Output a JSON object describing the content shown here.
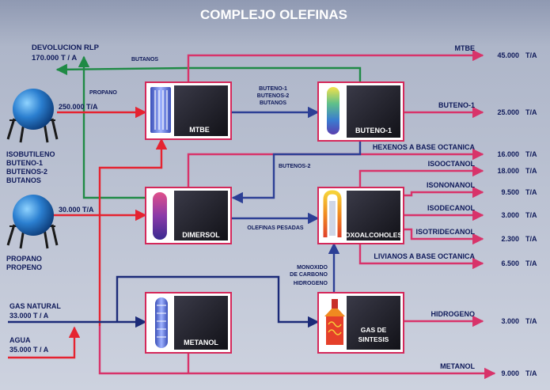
{
  "title": "COMPLEJO OLEFINAS",
  "colors": {
    "bg_top": "#9aa3ba",
    "bg_bottom": "#c8cedc",
    "red": "#e52330",
    "pink": "#d8336a",
    "green": "#1f8a45",
    "blue": "#2c3f95",
    "navy": "#1b2a78",
    "box_border": "#d4285a",
    "box_dark": "#1c1c26"
  },
  "units": {
    "mtbe": {
      "label": "MTBE"
    },
    "buteno1": {
      "label": "BUTENO-1"
    },
    "dimersol": {
      "label": "DIMERSOL"
    },
    "oxo": {
      "label": "OXOALCOHOLES"
    },
    "metanol": {
      "label": "METANOL"
    },
    "gas_line1": "GAS DE",
    "gas_line2": "SINTESIS"
  },
  "inputs": {
    "devolucion_label": "DEVOLUCION RLP",
    "devolucion_value": "170.000 T / A",
    "butanos_top": "BUTANOS",
    "propano_tag": "PROPANO",
    "feed1_rate": "250.000 T/A",
    "feed1_lines": [
      "ISOBUTILENO",
      "BUTENO-1",
      "BUTENOS-2",
      "BUTANOS"
    ],
    "feed2_rate": "30.000 T/A",
    "feed2_lines": [
      "PROPANO",
      "PROPENO"
    ],
    "gas_natural_label": "GAS NATURAL",
    "gas_natural_value": "33.000 T / A",
    "agua_label": "AGUA",
    "agua_value": "35.000 T / A"
  },
  "stream_labels": {
    "butenos_mix": [
      "BUTENO-1",
      "BUTENOS-2",
      "BUTANOS"
    ],
    "butenos2": "BUTENOS-2",
    "olefinas": "OLEFINAS PESADAS",
    "monoxido": [
      "MONOXIDO",
      "DE CARBONO",
      "HIDROGENO"
    ]
  },
  "products": [
    {
      "name": "MTBE",
      "value": "45.000",
      "unit": "T/A"
    },
    {
      "name": "BUTENO-1",
      "value": "25.000",
      "unit": "T/A"
    },
    {
      "name": "HEXENOS A BASE OCTANICA",
      "value": "16.000",
      "unit": "T/A"
    },
    {
      "name": "ISOOCTANOL",
      "value": "18.000",
      "unit": "T/A"
    },
    {
      "name": "ISONONANOL",
      "value": "9.500",
      "unit": "T/A"
    },
    {
      "name": "ISODECANOL",
      "value": "3.000",
      "unit": "T/A"
    },
    {
      "name": "ISOTRIDECANOL",
      "value": "2.300",
      "unit": "T/A"
    },
    {
      "name": "LIVIANOS A BASE OCTANICA",
      "value": "6.500",
      "unit": "T/A"
    },
    {
      "name": "HIDROGENO",
      "value": "3.000",
      "unit": "T/A"
    },
    {
      "name": "METANOL",
      "value": "9.000",
      "unit": "T/A"
    }
  ]
}
